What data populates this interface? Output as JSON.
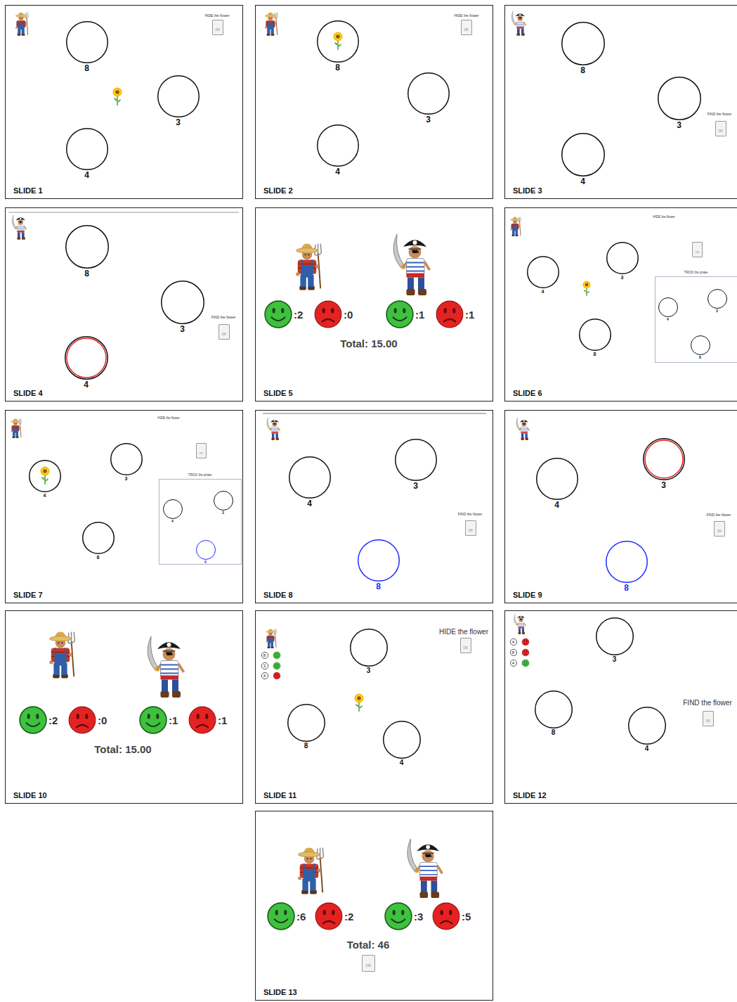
{
  "diagram": {
    "nodes": [
      {
        "text": [
          "SLIDE 1"
        ]
      },
      {
        "text": [
          "OK"
        ],
        "in": 0
      },
      {
        "text": [
          "8"
        ],
        "in": 0
      },
      {
        "text": [
          "3"
        ],
        "in": 0
      },
      {
        "text": [
          "4"
        ],
        "in": 0
      },
      {
        "text": [
          "SLIDE 2"
        ]
      },
      {
        "text": [
          "OK"
        ],
        "in": 5
      },
      {
        "text": [
          "8"
        ],
        "in": 5
      },
      {
        "text": [
          "3"
        ],
        "in": 5
      },
      {
        "text": [
          "4"
        ],
        "in": 5
      },
      {
        "text": [
          "SLIDE 3"
        ]
      },
      {
        "text": [
          "8"
        ],
        "in": 10
      },
      {
        "text": [
          "3"
        ],
        "in": 10
      },
      {
        "text": [
          "OK"
        ],
        "in": 10
      },
      {
        "text": [
          "4"
        ],
        "in": 10
      },
      {
        "text": [
          "SLIDE 4"
        ]
      },
      {
        "text": [
          "8"
        ],
        "in": 15
      },
      {
        "text": [
          "3"
        ],
        "in": 15
      },
      {
        "text": [
          "OK"
        ],
        "in": 15
      },
      {
        "text": [
          "4"
        ],
        "in": 15
      },
      {
        "text": [
          "SLIDE 5"
        ]
      },
      {
        "text": [
          "SLIDE 6"
        ]
      },
      {
        "text": [
          "OK"
        ],
        "in": 21
      },
      {
        "text": [
          "4"
        ],
        "in": 21
      },
      {
        "text": [
          "3"
        ],
        "in": 21
      },
      {
        "text": [
          "8"
        ],
        "in": 21
      },
      {
        "text": [
          "TRICK the pirate"
        ],
        "in": 21
      },
      {
        "text": [
          "4"
        ],
        "in": 26
      },
      {
        "text": [
          "3"
        ],
        "in": 26
      },
      {
        "text": [
          "8"
        ],
        "in": 26
      },
      {
        "text": [
          "SLIDE 7"
        ]
      },
      {
        "text": [
          "OK"
        ],
        "in": 30
      },
      {
        "text": [
          "4"
        ],
        "in": 30
      },
      {
        "text": [
          "3"
        ],
        "in": 30
      },
      {
        "text": [
          "8"
        ],
        "in": 30
      },
      {
        "text": [
          "TRICK the pirate"
        ],
        "in": 30
      },
      {
        "text": [
          "4"
        ],
        "in": 35
      },
      {
        "text": [
          "3"
        ],
        "in": 35
      },
      {
        "text": [
          "8"
        ],
        "in": 35
      },
      {
        "text": [
          "SLIDE 8"
        ]
      },
      {
        "text": [
          "4"
        ],
        "in": 39
      },
      {
        "text": [
          "3"
        ],
        "in": 39
      },
      {
        "text": [
          "OK"
        ],
        "in": 39
      },
      {
        "text": [
          "8"
        ],
        "in": 39
      },
      {
        "text": [
          "SLIDE 9"
        ]
      },
      {
        "text": [
          "4"
        ],
        "in": 44
      },
      {
        "text": [
          "3"
        ],
        "in": 44
      },
      {
        "text": [
          "OK"
        ],
        "in": 44
      },
      {
        "text": [
          "8"
        ],
        "in": 44
      },
      {
        "text": [
          "SLIDE 10"
        ]
      },
      {
        "text": [
          "SLIDE 11"
        ]
      },
      {
        "text": [
          "8"
        ],
        "in": 50
      },
      {
        "text": [
          "3"
        ],
        "in": 50
      },
      {
        "text": [
          "4"
        ],
        "in": 50
      },
      {
        "text": [
          "OK"
        ],
        "in": 50
      },
      {
        "text": [
          "3"
        ],
        "in": 50
      },
      {
        "text": [
          "8"
        ],
        "in": 50
      },
      {
        "text": [
          "4"
        ],
        "in": 50
      },
      {
        "text": [
          "SLIDE 12"
        ]
      },
      {
        "text": [
          "4"
        ],
        "in": 58
      },
      {
        "text": [
          "8"
        ],
        "in": 58
      },
      {
        "text": [
          "4"
        ],
        "in": 58
      },
      {
        "text": [
          "3"
        ],
        "in": 58
      },
      {
        "text": [
          "OK"
        ],
        "in": 58
      },
      {
        "text": [
          "8"
        ],
        "in": 58
      },
      {
        "text": [
          "4"
        ],
        "in": 58
      },
      {
        "text": [
          "SLIDE 13"
        ]
      },
      {
        "text": [
          "OK"
        ],
        "in": 66
      }
    ],
    "labels": [
      "HIDE the flower",
      "HIDE the flower",
      "FIND the flower",
      "FIND the flower",
      ":2",
      ":0",
      ":1",
      ":1",
      "Total: 15.00",
      "HIDE the flower",
      "HIDE the flower",
      "FIND the flower",
      "FIND the flower",
      ":2",
      ":0",
      ":1",
      ":1",
      "Total: 15.00",
      "HIDE the flower",
      "FIND the flower",
      ":6",
      ":2",
      ":3",
      ":5",
      "Total: 46"
    ]
  }
}
